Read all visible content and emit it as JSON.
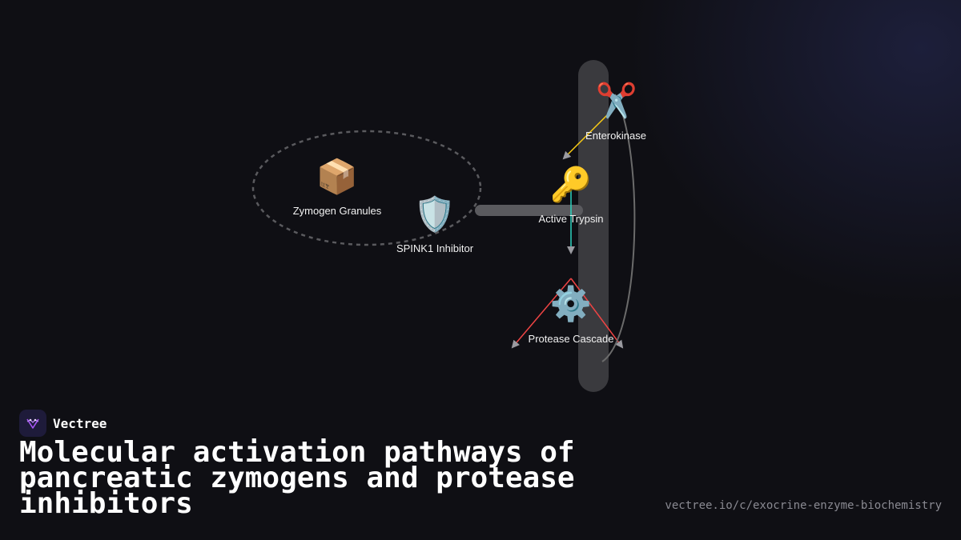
{
  "brand": {
    "name": "Vectree",
    "logo_color": "#1e1b3a",
    "logo_accent": "#a855f7"
  },
  "title": "Molecular activation pathways of pancreatic zymogens and protease inhibitors",
  "url": "vectree.io/c/exocrine-enzyme-biochemistry",
  "diagram": {
    "nodes": [
      {
        "id": "enterokinase",
        "label": "Enterokinase",
        "icon": "scissors-icon",
        "glyph": "✂️"
      },
      {
        "id": "zymogen",
        "label": "Zymogen Granules",
        "icon": "package-icon",
        "glyph": "📦"
      },
      {
        "id": "spink1",
        "label": "SPINK1 Inhibitor",
        "icon": "shield-icon",
        "glyph": "🛡️"
      },
      {
        "id": "trypsin",
        "label": "Active Trypsin",
        "icon": "key-icon",
        "glyph": "🔑"
      },
      {
        "id": "cascade",
        "label": "Protease Cascade",
        "icon": "gear-icon",
        "glyph": "⚙️"
      }
    ],
    "edges": [
      {
        "from": "enterokinase",
        "to": "trypsin",
        "color": "#facc15"
      },
      {
        "from": "trypsin",
        "to": "cascade",
        "color": "#2dd4bf"
      },
      {
        "from": "cascade",
        "to": "cascade-left",
        "color": "#ef4444"
      },
      {
        "from": "cascade",
        "to": "cascade-right",
        "color": "#ef4444"
      },
      {
        "from": "cascade",
        "to": "enterokinase",
        "color": "#6b6b6b"
      }
    ]
  }
}
